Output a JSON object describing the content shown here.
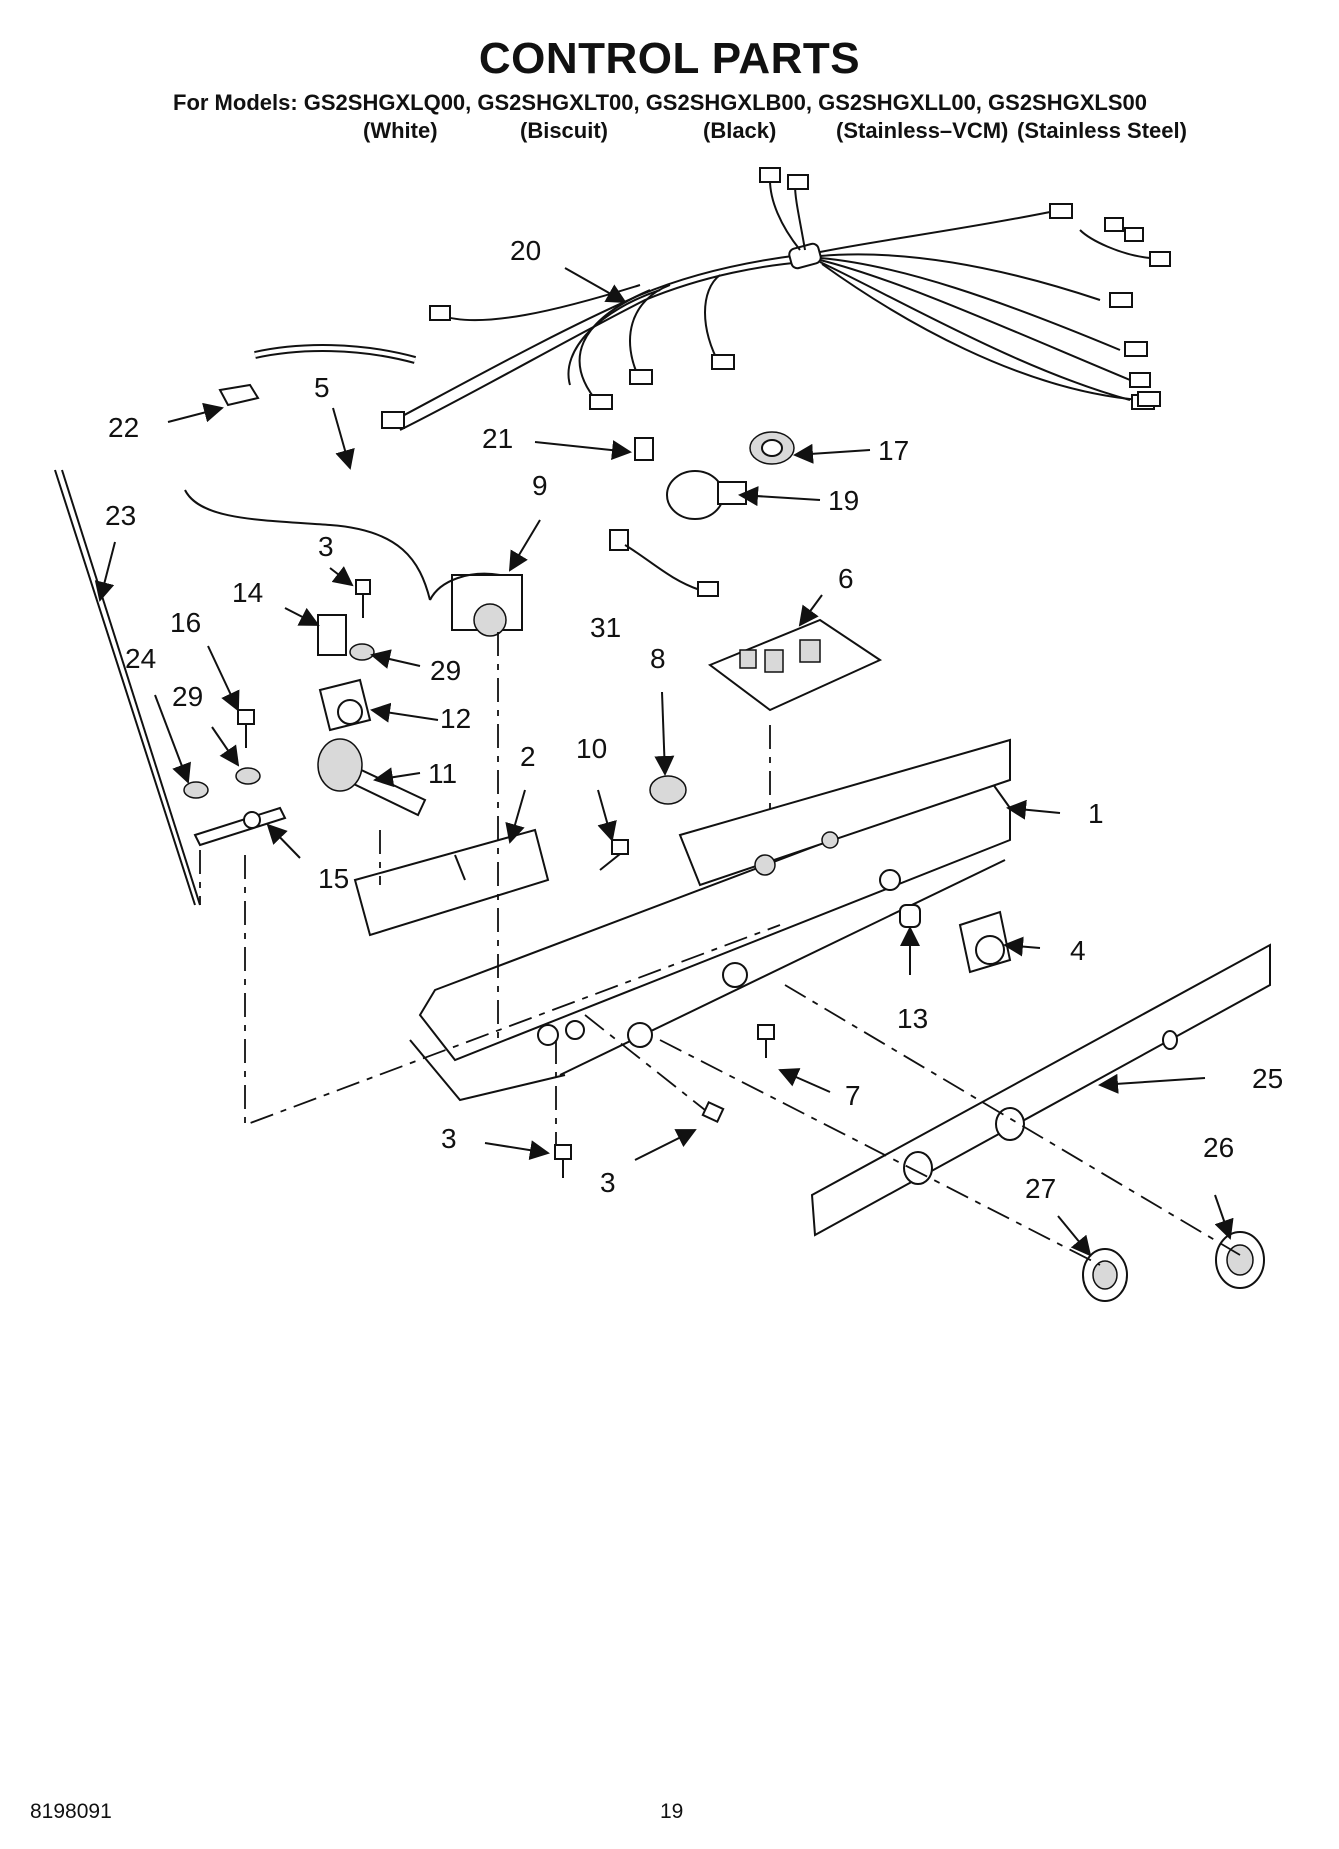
{
  "header": {
    "title": "CONTROL PARTS",
    "models": "For Models: GS2SHGXLQ00, GS2SHGXLT00, GS2SHGXLB00, GS2SHGXLL00, GS2SHGXLS00",
    "finishes": [
      "(White)",
      "(Biscuit)",
      "(Black)",
      "(Stainless–VCM)",
      "(Stainless Steel)"
    ]
  },
  "callouts": {
    "c1": "1",
    "c2": "2",
    "c3a": "3",
    "c3b": "3",
    "c3c": "3",
    "c4": "4",
    "c5": "5",
    "c6": "6",
    "c7": "7",
    "c8": "8",
    "c9": "9",
    "c10": "10",
    "c11": "11",
    "c12": "12",
    "c13": "13",
    "c14": "14",
    "c15": "15",
    "c16": "16",
    "c17": "17",
    "c19": "19",
    "c20": "20",
    "c21": "21",
    "c22": "22",
    "c23": "23",
    "c24": "24",
    "c25": "25",
    "c26": "26",
    "c27": "27",
    "c29a": "29",
    "c29b": "29",
    "c31": "31"
  },
  "footer": {
    "doc_number": "8198091",
    "page_number": "19"
  }
}
